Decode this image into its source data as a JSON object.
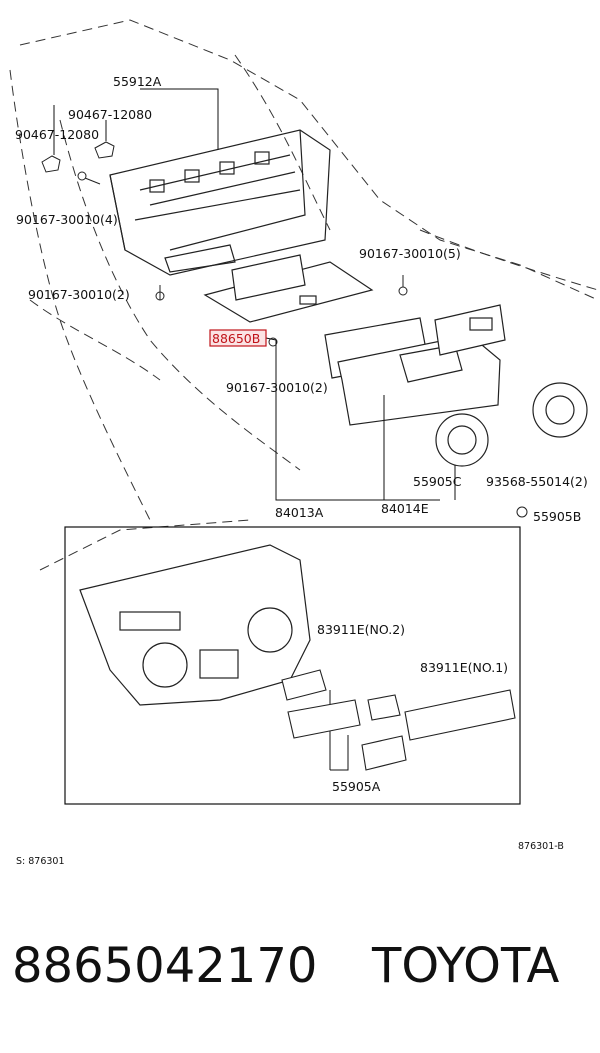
{
  "diagram": {
    "part_labels": {
      "p55912A": "55912A",
      "p90467_12080_a": "90467-12080",
      "p90467_12080_b": "90467-12080",
      "p90167_30010_4": "90167-30010(4)",
      "p90167_30010_5": "90167-30010(5)",
      "p90167_30010_2a": "90167-30010(2)",
      "p88650B": "88650B",
      "p90167_30010_2b": "90167-30010(2)",
      "p55905C": "55905C",
      "p93568_55014_2": "93568-55014(2)",
      "p84013A": "84013A",
      "p84014E": "84014E",
      "p55905B": "55905B",
      "p83911E_no2": "83911E(NO.2)",
      "p83911E_no1": "83911E(NO.1)",
      "p55905A": "55905A"
    },
    "ref_left": "S: 876301",
    "ref_right": "876301-B",
    "highlight_color": "#c0141a"
  },
  "footer": {
    "part_number": "8865042170",
    "brand": "TOYOTA"
  }
}
